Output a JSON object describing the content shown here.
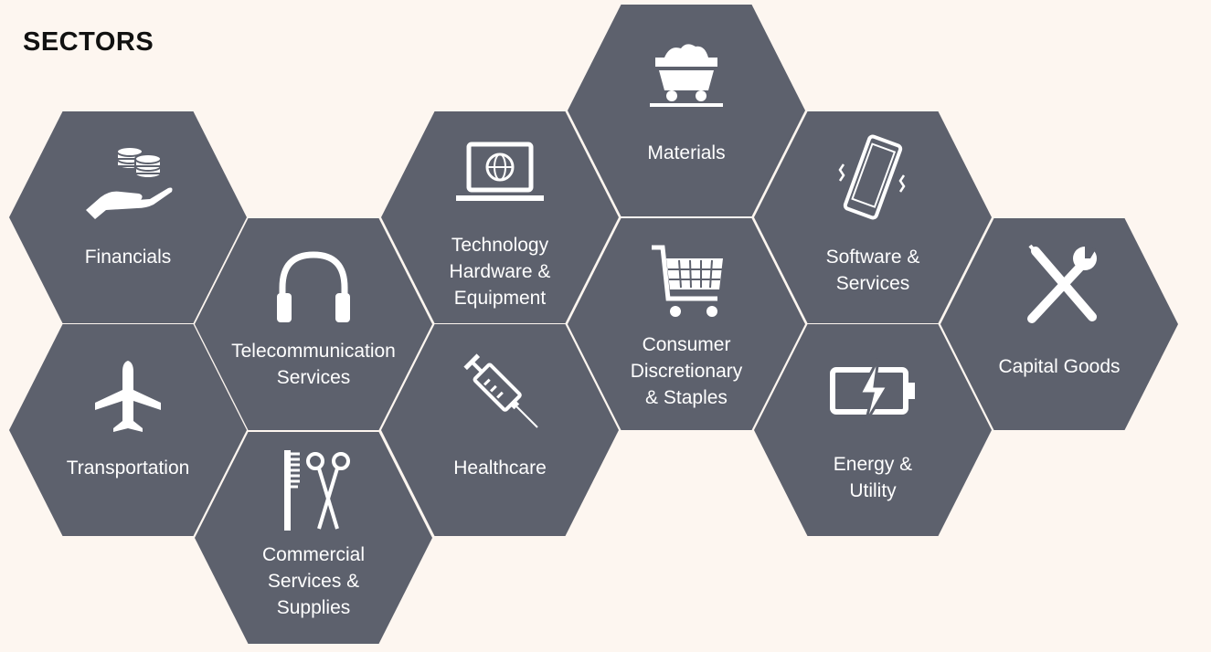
{
  "title": "SECTORS",
  "colors": {
    "hex_fill": "#5d616d",
    "background": "#fdf6f0",
    "text": "#ffffff"
  },
  "sectors": [
    {
      "id": "financials",
      "label": "Financials",
      "icon": "coins-hand-icon"
    },
    {
      "id": "transportation",
      "label": "Transportation",
      "icon": "airplane-icon"
    },
    {
      "id": "telecommunication",
      "label": "Telecommunication\nServices",
      "icon": "headphones-icon"
    },
    {
      "id": "commercial",
      "label": "Commercial\nServices &\nSupplies",
      "icon": "comb-scissors-icon"
    },
    {
      "id": "technology",
      "label": "Technology\nHardware &\nEquipment",
      "icon": "laptop-globe-icon"
    },
    {
      "id": "healthcare",
      "label": "Healthcare",
      "icon": "syringe-icon"
    },
    {
      "id": "materials",
      "label": "Materials",
      "icon": "mine-cart-icon"
    },
    {
      "id": "consumer",
      "label": "Consumer\nDiscretionary\n& Staples",
      "icon": "shopping-cart-icon"
    },
    {
      "id": "software",
      "label": "Software &\nServices",
      "icon": "smartphone-vibrate-icon"
    },
    {
      "id": "energy",
      "label": "Energy &\nUtility",
      "icon": "battery-charge-icon"
    },
    {
      "id": "capital",
      "label": "Capital Goods",
      "icon": "tools-icon"
    }
  ]
}
